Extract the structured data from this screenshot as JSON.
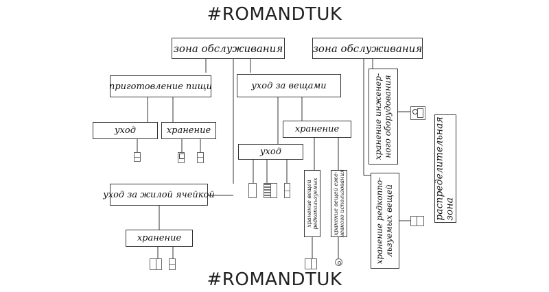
{
  "watermark_top": "#ROMANDTUK",
  "watermark_bottom": "#ROMANDTUK",
  "left_tree": {
    "root": "зона обслуживания",
    "cooking": "приготовление пищи",
    "cooking_care": "уход",
    "cooking_storage": "хранение",
    "clothes_care": "уход за вещами",
    "clothes_storage": "хранение",
    "clothes_subcare": "уход",
    "storage_rare_line1": "хранение вещей",
    "storage_rare_line2": "редкопользуемых",
    "storage_daily_line1": "хранение вещей еже-",
    "storage_daily_line2": "невного использования",
    "cell_care": "уход за жилой ячейкой",
    "cell_storage": "хранение"
  },
  "right_tree": {
    "root": "зона обслуживания",
    "engineering_line1": "хранение инженер-",
    "engineering_line2": "ного оборудования",
    "rare_line1": "хранение редкоппо-",
    "rare_line2": "льзуемых вещей",
    "distribution_line1": "распределительная",
    "distribution_line2": "зона"
  }
}
